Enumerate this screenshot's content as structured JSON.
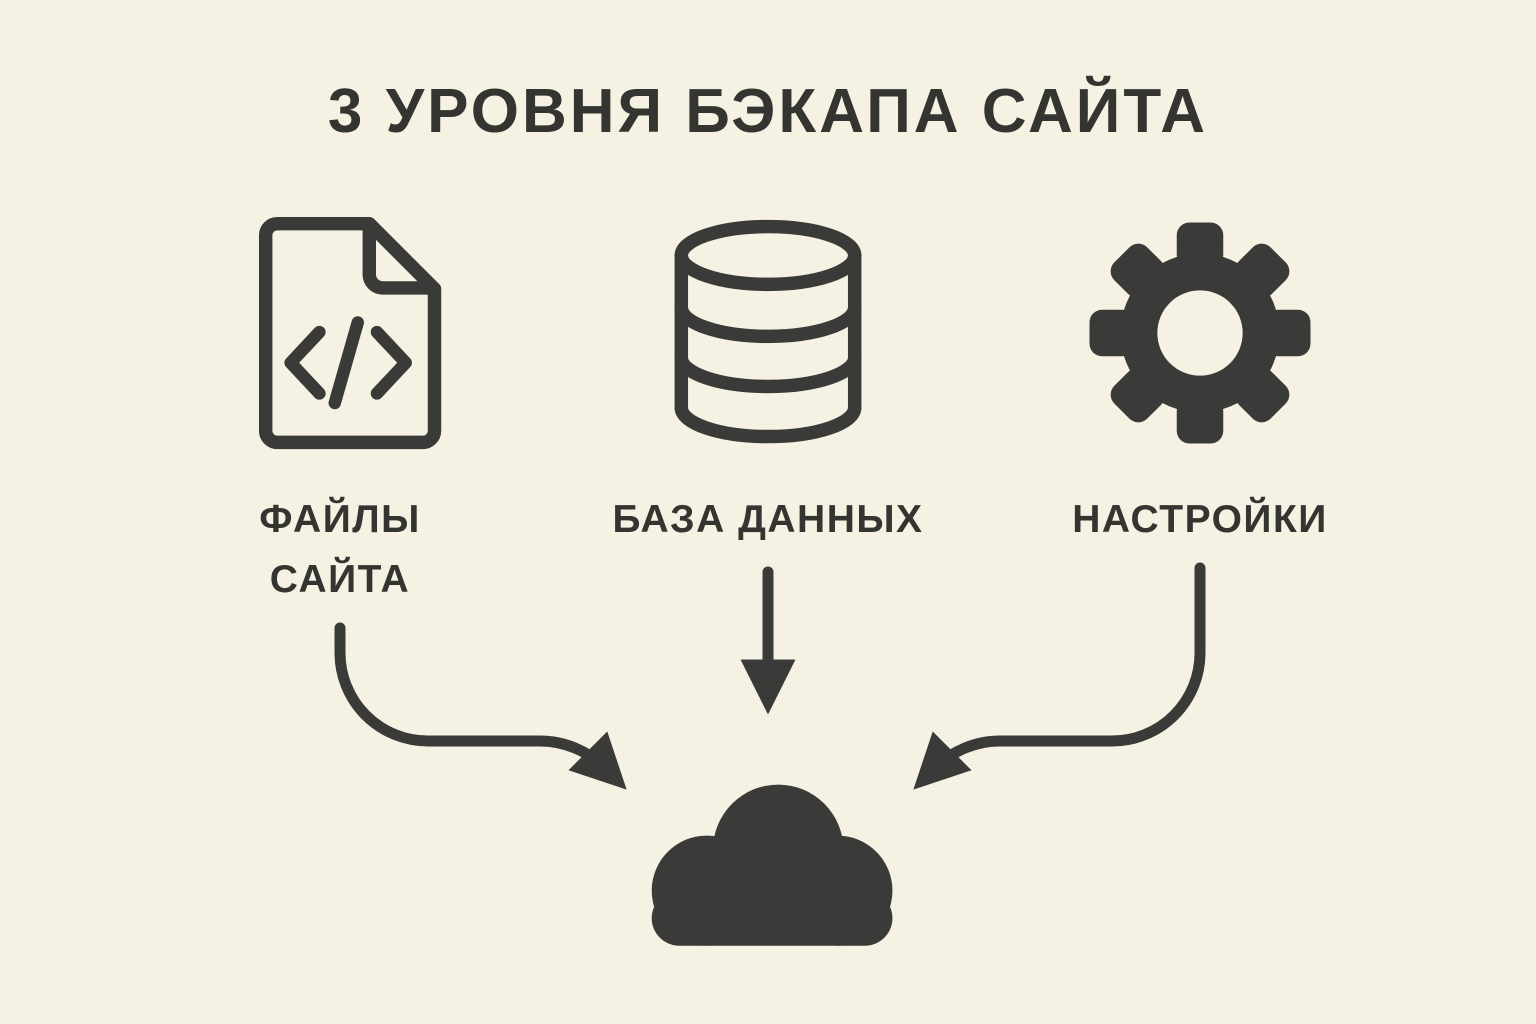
{
  "title": "3 УРОВНЯ БЭКАПА САЙТА",
  "items": [
    {
      "id": "site-files",
      "label": "ФАЙЛЫ\nСАЙТА",
      "icon": "code-file-icon"
    },
    {
      "id": "database",
      "label": "БАЗА ДАННЫХ",
      "icon": "database-icon"
    },
    {
      "id": "settings",
      "label": "НАСТРОЙКИ",
      "icon": "gear-icon"
    }
  ],
  "destination": {
    "id": "backup-storage",
    "icon": "cloud-icon"
  },
  "colors": {
    "background": "#f6f2e3",
    "ink": "#3a3a38"
  }
}
